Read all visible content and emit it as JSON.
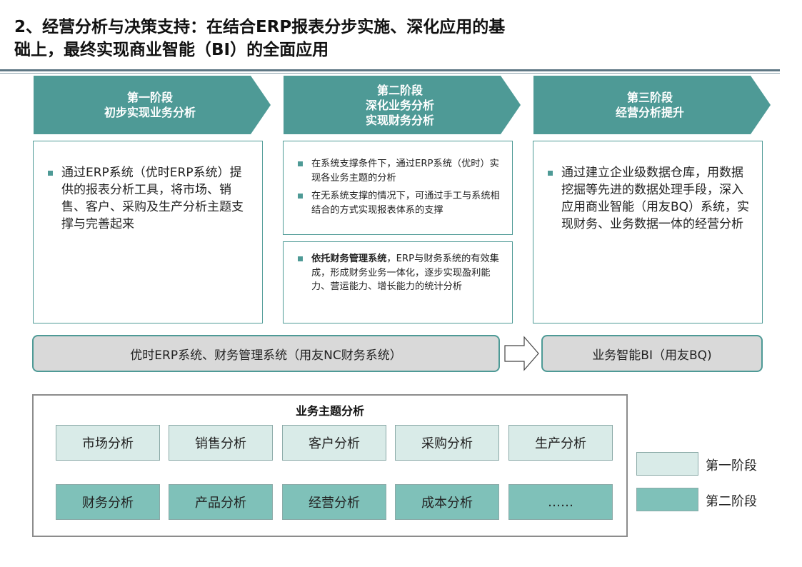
{
  "title": {
    "line1": "2、经营分析与决策支持：在结合ERP报表分步实施、深化应用的基",
    "line2": "础上，最终实现商业智能（BI）的全面应用"
  },
  "colors": {
    "teal": "#4e9a96",
    "stage1": "#d9ebe8",
    "stage2": "#7fc1b9",
    "pill": "#d9d9d9"
  },
  "phases": [
    {
      "lines": [
        "第一阶段",
        "初步实现业务分析"
      ]
    },
    {
      "lines": [
        "第二阶段",
        "深化业务分析",
        "实现财务分析"
      ]
    },
    {
      "lines": [
        "第三阶段",
        "经营分析提升"
      ]
    }
  ],
  "col1": {
    "bullet": "通过ERP系统（优时ERP系统）提供的报表分析工具，将市场、销售、客户、采购及生产分析主题支撑与完善起来"
  },
  "col2": {
    "top_bullets": [
      "在系统支撑条件下，通过ERP系统（优时）实现各业务主题的分析",
      "在无系统支撑的情况下，可通过手工与系统相结合的方式实现报表体系的支撑"
    ],
    "bottom_bold": "依托财务管理系统",
    "bottom_rest": "，ERP与财务系统的有效集成，形成财务业务一体化，逐步实现盈利能力、营运能力、增长能力的统计分析"
  },
  "col3": {
    "bullet": "通过建立企业级数据仓库，用数据挖掘等先进的数据处理手段，深入应用商业智能（用友BQ）系统，实现财务、业务数据一体的经营分析"
  },
  "systems": {
    "left": "优时ERP系统、财务管理系统（用友NC财务系统）",
    "right": "业务智能BI（用友BQ)"
  },
  "panel": {
    "title": "业务主题分析",
    "row1": [
      "市场分析",
      "销售分析",
      "客户分析",
      "采购分析",
      "生产分析"
    ],
    "row2": [
      "财务分析",
      "产品分析",
      "经营分析",
      "成本分析",
      "……"
    ]
  },
  "legend": {
    "stage1": "第一阶段",
    "stage2": "第二阶段"
  }
}
